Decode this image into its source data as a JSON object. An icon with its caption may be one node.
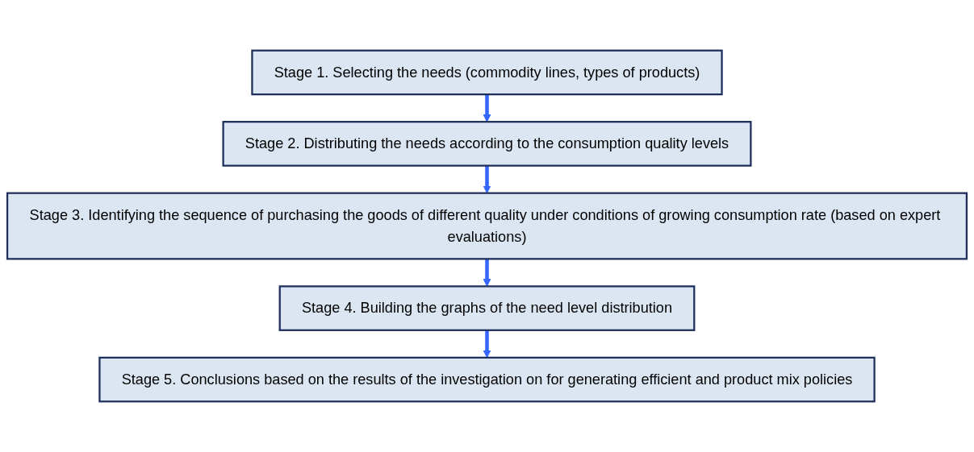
{
  "diagram": {
    "nodes": [
      {
        "text": [
          "Stage 1. Selecting the needs (commodity lines, types of products)"
        ]
      },
      {
        "text": [
          "Stage 2. Distributing the needs according to the consumption quality levels"
        ]
      },
      {
        "text": [
          "Stage 3. Identifying the sequence of purchasing the goods of different quality under conditions of growing consumption rate (based on expert evaluations)"
        ]
      },
      {
        "text": [
          "Stage 4. Building the graphs of the need level distribution"
        ]
      },
      {
        "text": [
          "Stage 5. Conclusions based on the results of the investigation on for generating efficient and product mix policies"
        ]
      }
    ],
    "edges": [
      {
        "from": 0,
        "to": 1,
        "arrow": "to"
      },
      {
        "from": 1,
        "to": 2,
        "arrow": "to"
      },
      {
        "from": 2,
        "to": 3,
        "arrow": "to"
      },
      {
        "from": 3,
        "to": 4,
        "arrow": "to"
      }
    ]
  }
}
